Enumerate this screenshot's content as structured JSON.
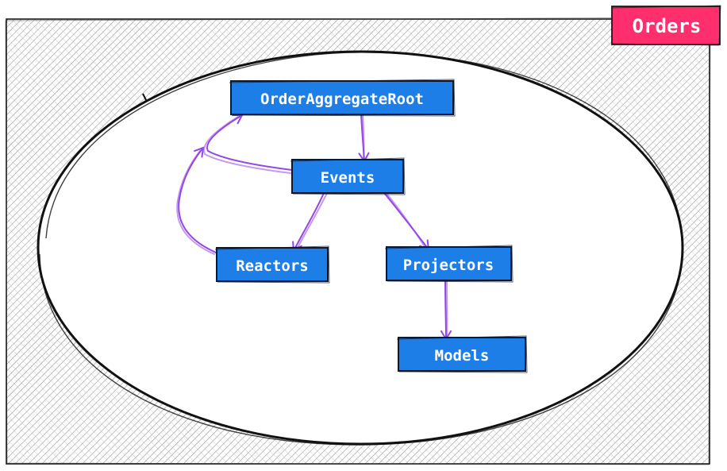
{
  "context": {
    "title": "Orders",
    "title_color": "#ff2f6e"
  },
  "nodes": {
    "aggregate": "OrderAggregateRoot",
    "events": "Events",
    "reactors": "Reactors",
    "projectors": "Projectors",
    "models": "Models"
  },
  "colors": {
    "node_fill": "#1e7ee8",
    "node_border": "#0b1930",
    "arrow": "#9446e6",
    "hatch": "#8a8a8a"
  }
}
